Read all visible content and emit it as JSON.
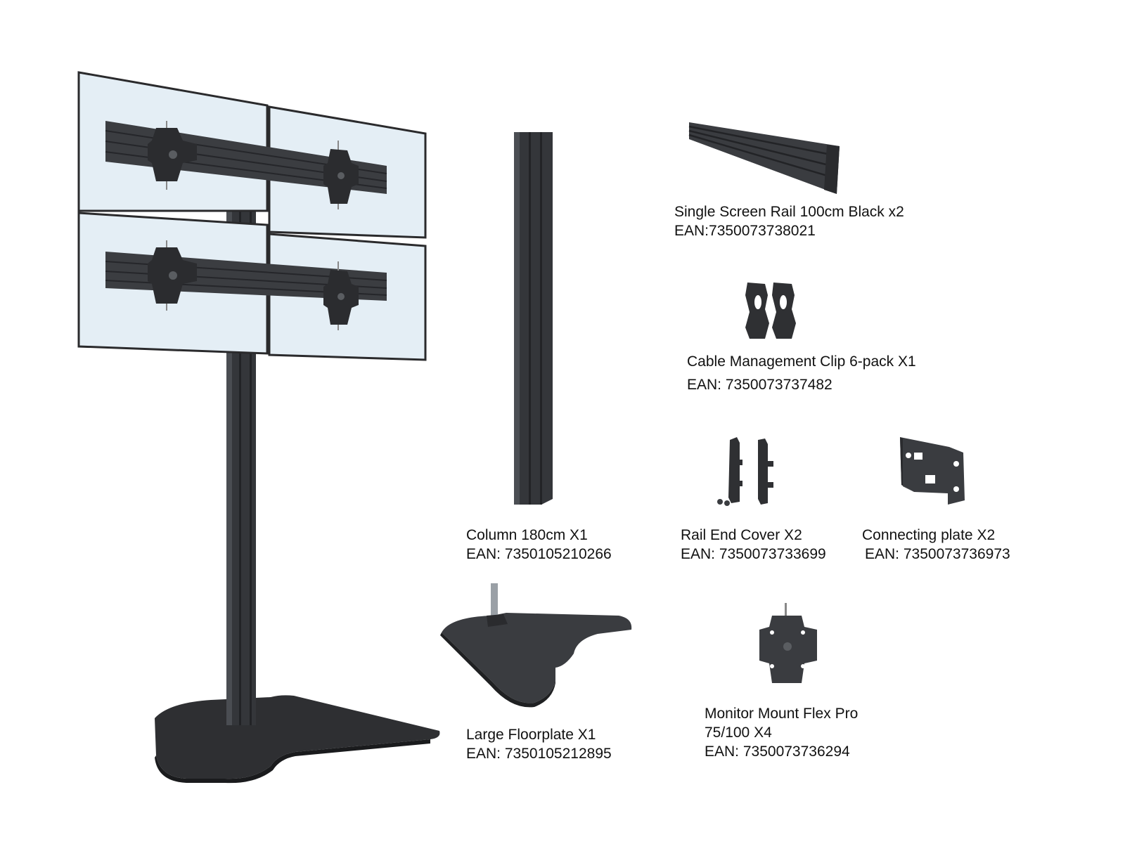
{
  "colors": {
    "metal": "#3a3c3f",
    "metal_dark": "#1f2022",
    "metal_light": "#5a5d61",
    "screen_fill": "#e6f0f6",
    "screen_border": "#2a2a2c"
  },
  "products": {
    "rail": {
      "name": "Single Screen Rail 100cm Black x2",
      "ean": "EAN:7350073738021"
    },
    "clip": {
      "name": "Cable Management Clip 6-pack X1",
      "ean": "EAN: 7350073737482"
    },
    "column": {
      "name": "Column 180cm X1",
      "ean": "EAN: 7350105210266"
    },
    "end_cover": {
      "name": "Rail End Cover X2",
      "ean": "EAN: 7350073733699"
    },
    "connecting_plate": {
      "name": "Connecting plate X2",
      "ean": "EAN: 7350073736973"
    },
    "floorplate": {
      "name": "Large Floorplate X1",
      "ean": "EAN: 7350105212895"
    },
    "monitor_mount": {
      "name_line1": "Monitor Mount Flex Pro",
      "name_line2": "75/100 X4",
      "ean": "EAN: 7350073736294"
    }
  }
}
